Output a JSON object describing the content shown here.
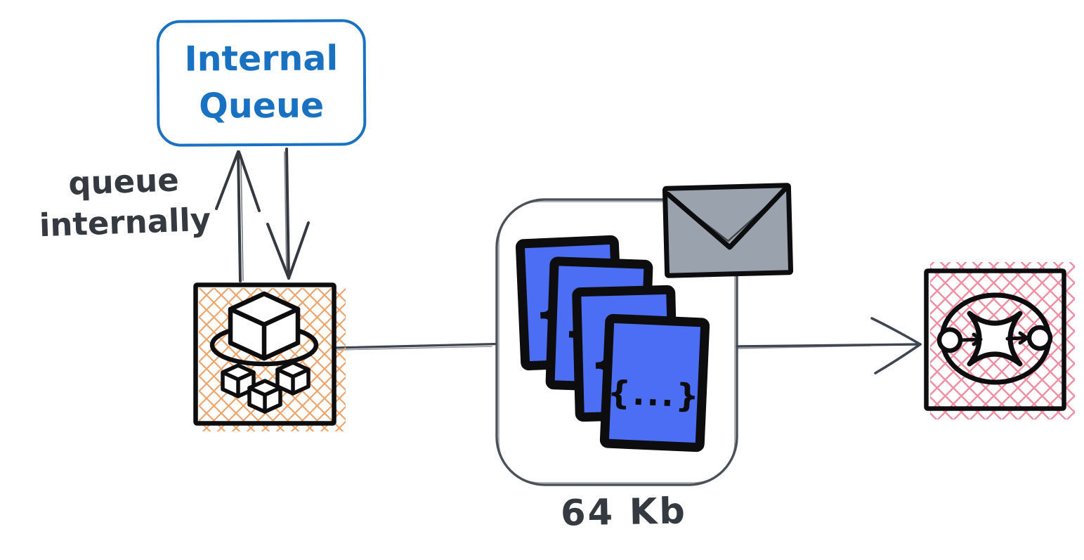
{
  "canvas": {
    "background": "#ffffff"
  },
  "palette": {
    "blue_stroke": "#1971c2",
    "ink": "#343a40",
    "icon_black": "#0d0d0f",
    "doc_blue": "#4c6ef5",
    "envelope_gray": "#9aa3ad",
    "orange_hatch": "#eda56e",
    "pink_hatch": "#f08ea3",
    "container_gray": "#4b5158"
  },
  "internal_queue": {
    "line1": "Internal",
    "line2": "Queue"
  },
  "annotation": {
    "line1": "queue",
    "line2": "internally"
  },
  "batch": {
    "caption": "64 Kb",
    "documents": {
      "count": 4,
      "front_glyph": "{...}",
      "partial_glyph": "{"
    }
  },
  "icons": {
    "compute": "cube-on-ring-icon",
    "message": "envelope-icon",
    "event_bus": "event-bus-circle-icon",
    "document": "json-document-icon"
  }
}
